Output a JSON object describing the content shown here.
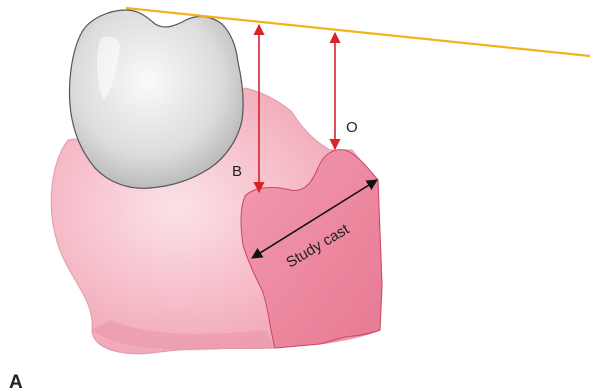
{
  "figure": {
    "panel_label": "A",
    "label_b": "B",
    "label_o": "O",
    "study_cast_label": "Study cast"
  },
  "colors": {
    "reference_line": "#f2b21a",
    "measurement_arrow": "#d8232a",
    "section_arrow": "#111111",
    "gum_tissue": "#f3a9b8",
    "cut_surface": "#ee8aa0",
    "tooth_crown": "#e6e6e6"
  }
}
